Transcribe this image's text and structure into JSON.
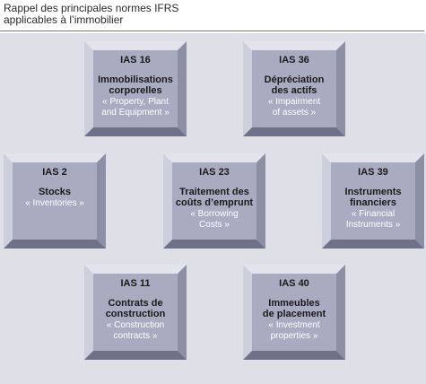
{
  "title": {
    "line1": "Rappel des principales normes IFRS",
    "line2": "applicables à l’immobilier"
  },
  "tiles": [
    {
      "code": "IAS 16",
      "name_lines": [
        "Immobilisations",
        "corporelles"
      ],
      "en_lines": [
        "« Property, Plant",
        "and Equipment »"
      ]
    },
    {
      "code": "IAS 36",
      "name_lines": [
        "Dépréciation",
        "des actifs"
      ],
      "en_lines": [
        "« Impairment",
        "of assets »"
      ]
    },
    {
      "code": "IAS 2",
      "name_lines": [
        "Stocks"
      ],
      "en_lines": [
        "« Inventories »"
      ]
    },
    {
      "code": "IAS 23",
      "name_lines": [
        "Traitement des",
        "coûts d’emprunt"
      ],
      "en_lines": [
        "« Borrowing",
        "Costs »"
      ]
    },
    {
      "code": "IAS 39",
      "name_lines": [
        "Instruments",
        "financiers"
      ],
      "en_lines": [
        "« Financial",
        "Instruments »"
      ]
    },
    {
      "code": "IAS 11",
      "name_lines": [
        "Contrats de",
        "construction"
      ],
      "en_lines": [
        "« Construction",
        "contracts »"
      ]
    },
    {
      "code": "IAS 40",
      "name_lines": [
        "Immeubles",
        "de placement"
      ],
      "en_lines": [
        "« Investment",
        "properties »"
      ]
    }
  ],
  "colors": {
    "panel": "#dedfe7",
    "tile_face": "#a9abc1",
    "english_text": "#ffffff"
  }
}
